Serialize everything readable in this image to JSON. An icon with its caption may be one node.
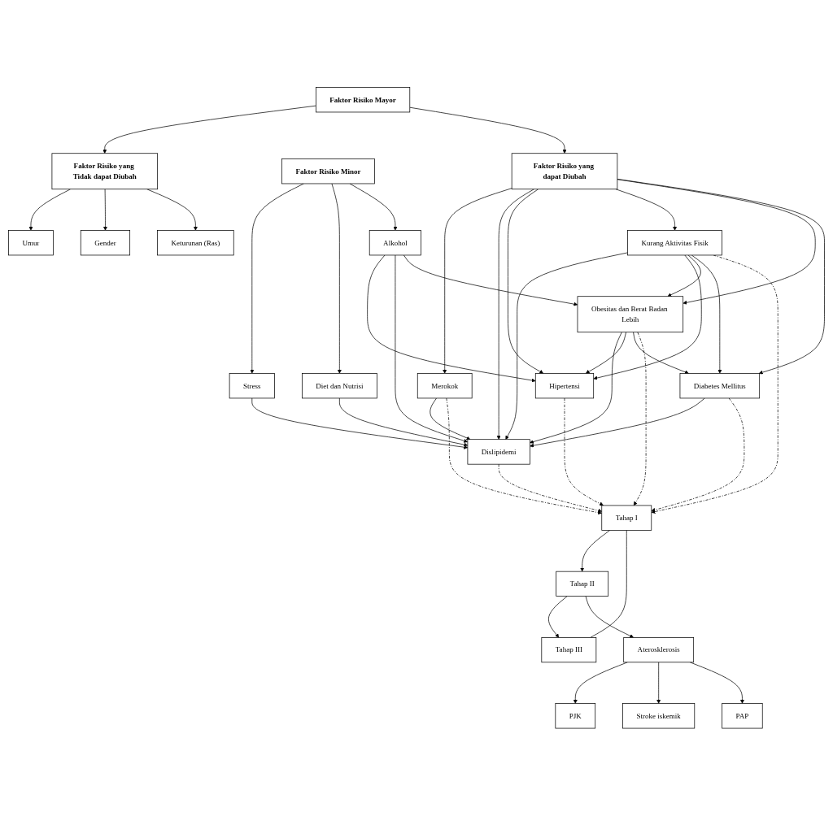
{
  "diagram": {
    "nodes": [
      {
        "text": [
          "Faktor Risiko Minor"
        ]
      },
      {
        "text": [
          "Faktor Risiko Mayor"
        ]
      },
      {
        "text": [
          "Stress"
        ]
      },
      {
        "text": [
          "Diet dan Nutrisi"
        ]
      },
      {
        "text": [
          "Alkohol"
        ]
      },
      {
        "text": [
          "Faktor Risiko yang Tidak dapat Diubah"
        ]
      },
      {
        "text": [
          "Umur"
        ]
      },
      {
        "text": [
          "Gender"
        ]
      },
      {
        "text": [
          "Keturunan (Ras)"
        ]
      },
      {
        "text": [
          "Faktor Risiko yang dapat Diubah"
        ]
      },
      {
        "text": [
          "Merokok"
        ]
      },
      {
        "text": [
          "Dislipidemi"
        ]
      },
      {
        "text": [
          "Hipertensi"
        ]
      },
      {
        "text": [
          "Kurang Aktivitas Fisik"
        ]
      },
      {
        "text": [
          "Obesitas dan Berat Badan Lebih"
        ]
      },
      {
        "text": [
          "Diabetes Mellitus"
        ]
      },
      {
        "text": [
          "Tahap I"
        ]
      },
      {
        "text": [
          "Tahap II"
        ]
      },
      {
        "text": [
          "Tahap III"
        ]
      },
      {
        "text": [
          "Aterosklerosis"
        ]
      },
      {
        "text": [
          "PJK"
        ]
      },
      {
        "text": [
          "Stroke iskemik"
        ]
      },
      {
        "text": [
          "PAP"
        ]
      }
    ],
    "edges": [
      {
        "from": 4,
        "to": 12,
        "arrow": "to"
      },
      {
        "from": 0,
        "to": 2,
        "arrow": "to"
      },
      {
        "from": 0,
        "to": 3,
        "arrow": "to"
      },
      {
        "from": 0,
        "to": 4,
        "arrow": "to"
      },
      {
        "from": 1,
        "to": 5,
        "arrow": "to"
      },
      {
        "from": 1,
        "to": 9,
        "arrow": "to"
      },
      {
        "from": 5,
        "to": 6,
        "arrow": "to"
      },
      {
        "from": 5,
        "to": 7,
        "arrow": "to"
      },
      {
        "from": 5,
        "to": 8,
        "arrow": "to"
      },
      {
        "from": 9,
        "to": 10,
        "arrow": "to"
      },
      {
        "from": 9,
        "to": 11,
        "arrow": "to"
      },
      {
        "from": 9,
        "to": 12,
        "arrow": "to"
      },
      {
        "from": 9,
        "to": 13,
        "arrow": "to"
      },
      {
        "from": 9,
        "to": 14,
        "arrow": "to"
      },
      {
        "from": 9,
        "to": 15,
        "arrow": "to"
      },
      {
        "from": 4,
        "to": 11,
        "arrow": "to"
      },
      {
        "from": 3,
        "to": 11,
        "arrow": "to"
      },
      {
        "from": 2,
        "to": 11,
        "arrow": "to"
      },
      {
        "from": 10,
        "to": 11,
        "arrow": "to"
      },
      {
        "from": 13,
        "to": 11,
        "arrow": "to"
      },
      {
        "from": 14,
        "to": 11,
        "arrow": "to"
      },
      {
        "from": 15,
        "to": 11,
        "arrow": "to"
      },
      {
        "from": 14,
        "to": 12,
        "arrow": "to"
      },
      {
        "from": 13,
        "to": 12,
        "arrow": "to"
      },
      {
        "from": 4,
        "to": 14,
        "arrow": "to"
      },
      {
        "from": 13,
        "to": 14,
        "arrow": "to"
      },
      {
        "from": 14,
        "to": 15,
        "arrow": "to"
      },
      {
        "from": 13,
        "to": 15,
        "arrow": "to"
      },
      {
        "from": 10,
        "to": 16,
        "arrow": "to",
        "style": "dashed"
      },
      {
        "from": 11,
        "to": 16,
        "arrow": "to",
        "style": "dashed"
      },
      {
        "from": 12,
        "to": 16,
        "arrow": "to",
        "style": "dashed"
      },
      {
        "from": 13,
        "to": 16,
        "arrow": "to",
        "style": "dashed"
      },
      {
        "from": 14,
        "to": 16,
        "arrow": "to",
        "style": "dashed"
      },
      {
        "from": 15,
        "to": 16,
        "arrow": "to",
        "style": "dashed"
      },
      {
        "from": 16,
        "to": 17,
        "arrow": "to"
      },
      {
        "from": 17,
        "to": 18,
        "arrow": "to"
      },
      {
        "from": 16,
        "to": 18,
        "arrow": "none"
      },
      {
        "from": 17,
        "to": 19,
        "arrow": "to"
      },
      {
        "from": 19,
        "to": 20,
        "arrow": "to"
      },
      {
        "from": 19,
        "to": 21,
        "arrow": "to"
      },
      {
        "from": 19,
        "to": 22,
        "arrow": "to"
      }
    ]
  }
}
